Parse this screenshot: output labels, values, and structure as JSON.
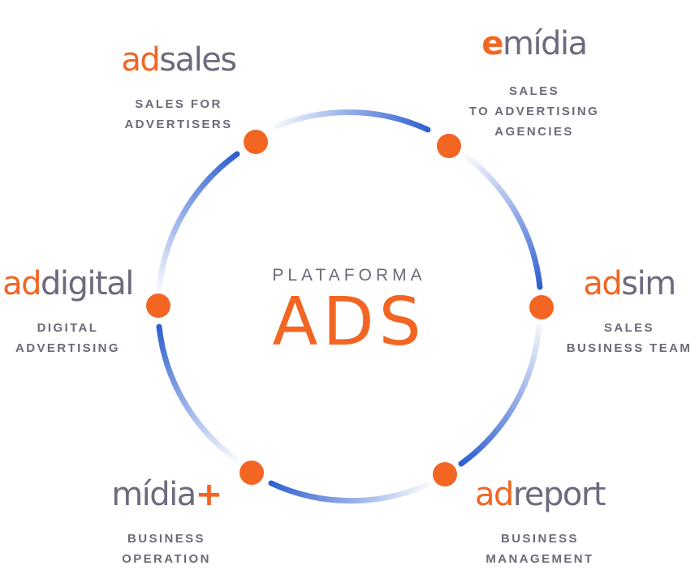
{
  "center": {
    "kicker": "PLATAFORMA",
    "title": "ADS"
  },
  "modules": [
    {
      "id": "adsales",
      "logo_prefix": "ad",
      "logo_suffix": "sales",
      "desc": [
        "SALES FOR",
        "ADVERTISERS"
      ]
    },
    {
      "id": "emidia",
      "logo_prefix": "e",
      "logo_suffix": "mídia",
      "desc": [
        "SALES",
        "TO ADVERTISING",
        "AGENCIES"
      ]
    },
    {
      "id": "adsim",
      "logo_prefix": "ad",
      "logo_suffix": "sim",
      "desc": [
        "SALES",
        "BUSINESS TEAM"
      ]
    },
    {
      "id": "adreport",
      "logo_prefix": "ad",
      "logo_suffix": "report",
      "desc": [
        "BUSINESS",
        "MANAGEMENT"
      ]
    },
    {
      "id": "midia",
      "logo_prefix": "mídia",
      "logo_suffix": "+",
      "desc": [
        "BUSINESS",
        "OPERATION"
      ]
    },
    {
      "id": "addigital",
      "logo_prefix": "ad",
      "logo_suffix": "digital",
      "desc": [
        "DIGITAL",
        "ADVERTISING"
      ]
    }
  ],
  "colors": {
    "accent": "#f26522",
    "ring": "#2f5fd0",
    "text_gray": "#6e6a7e"
  }
}
